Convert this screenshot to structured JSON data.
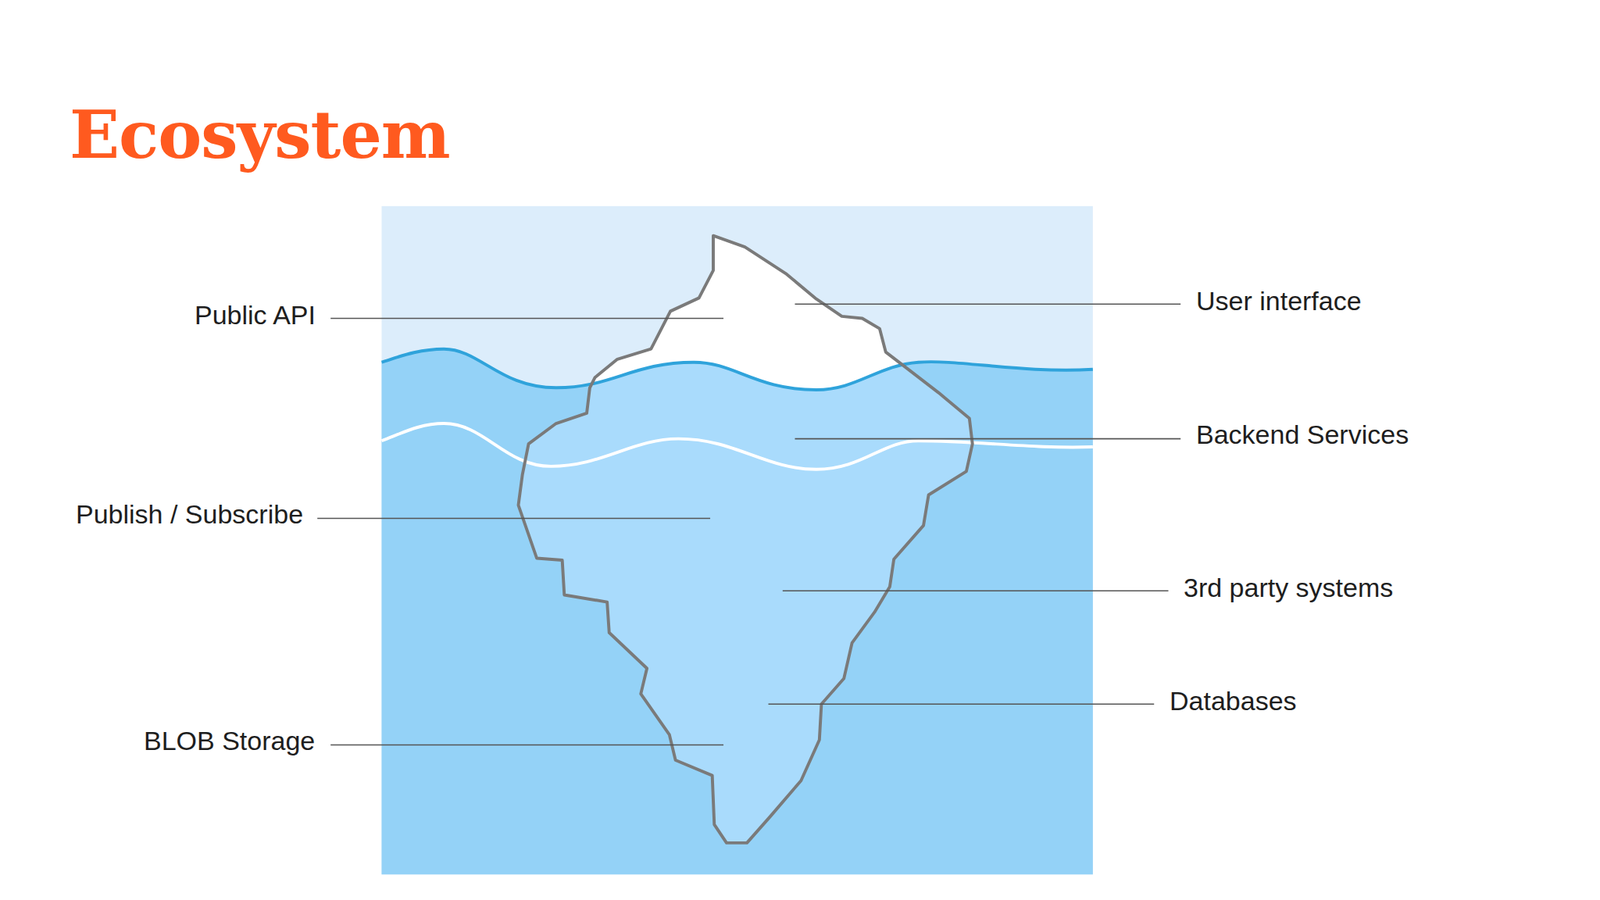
{
  "diagram": {
    "title": "Ecosystem",
    "labels": [
      "Public API",
      "User interface",
      "Backend Services",
      "Publish / Subscribe",
      "3rd party systems",
      "Databases",
      "BLOB Storage"
    ]
  }
}
